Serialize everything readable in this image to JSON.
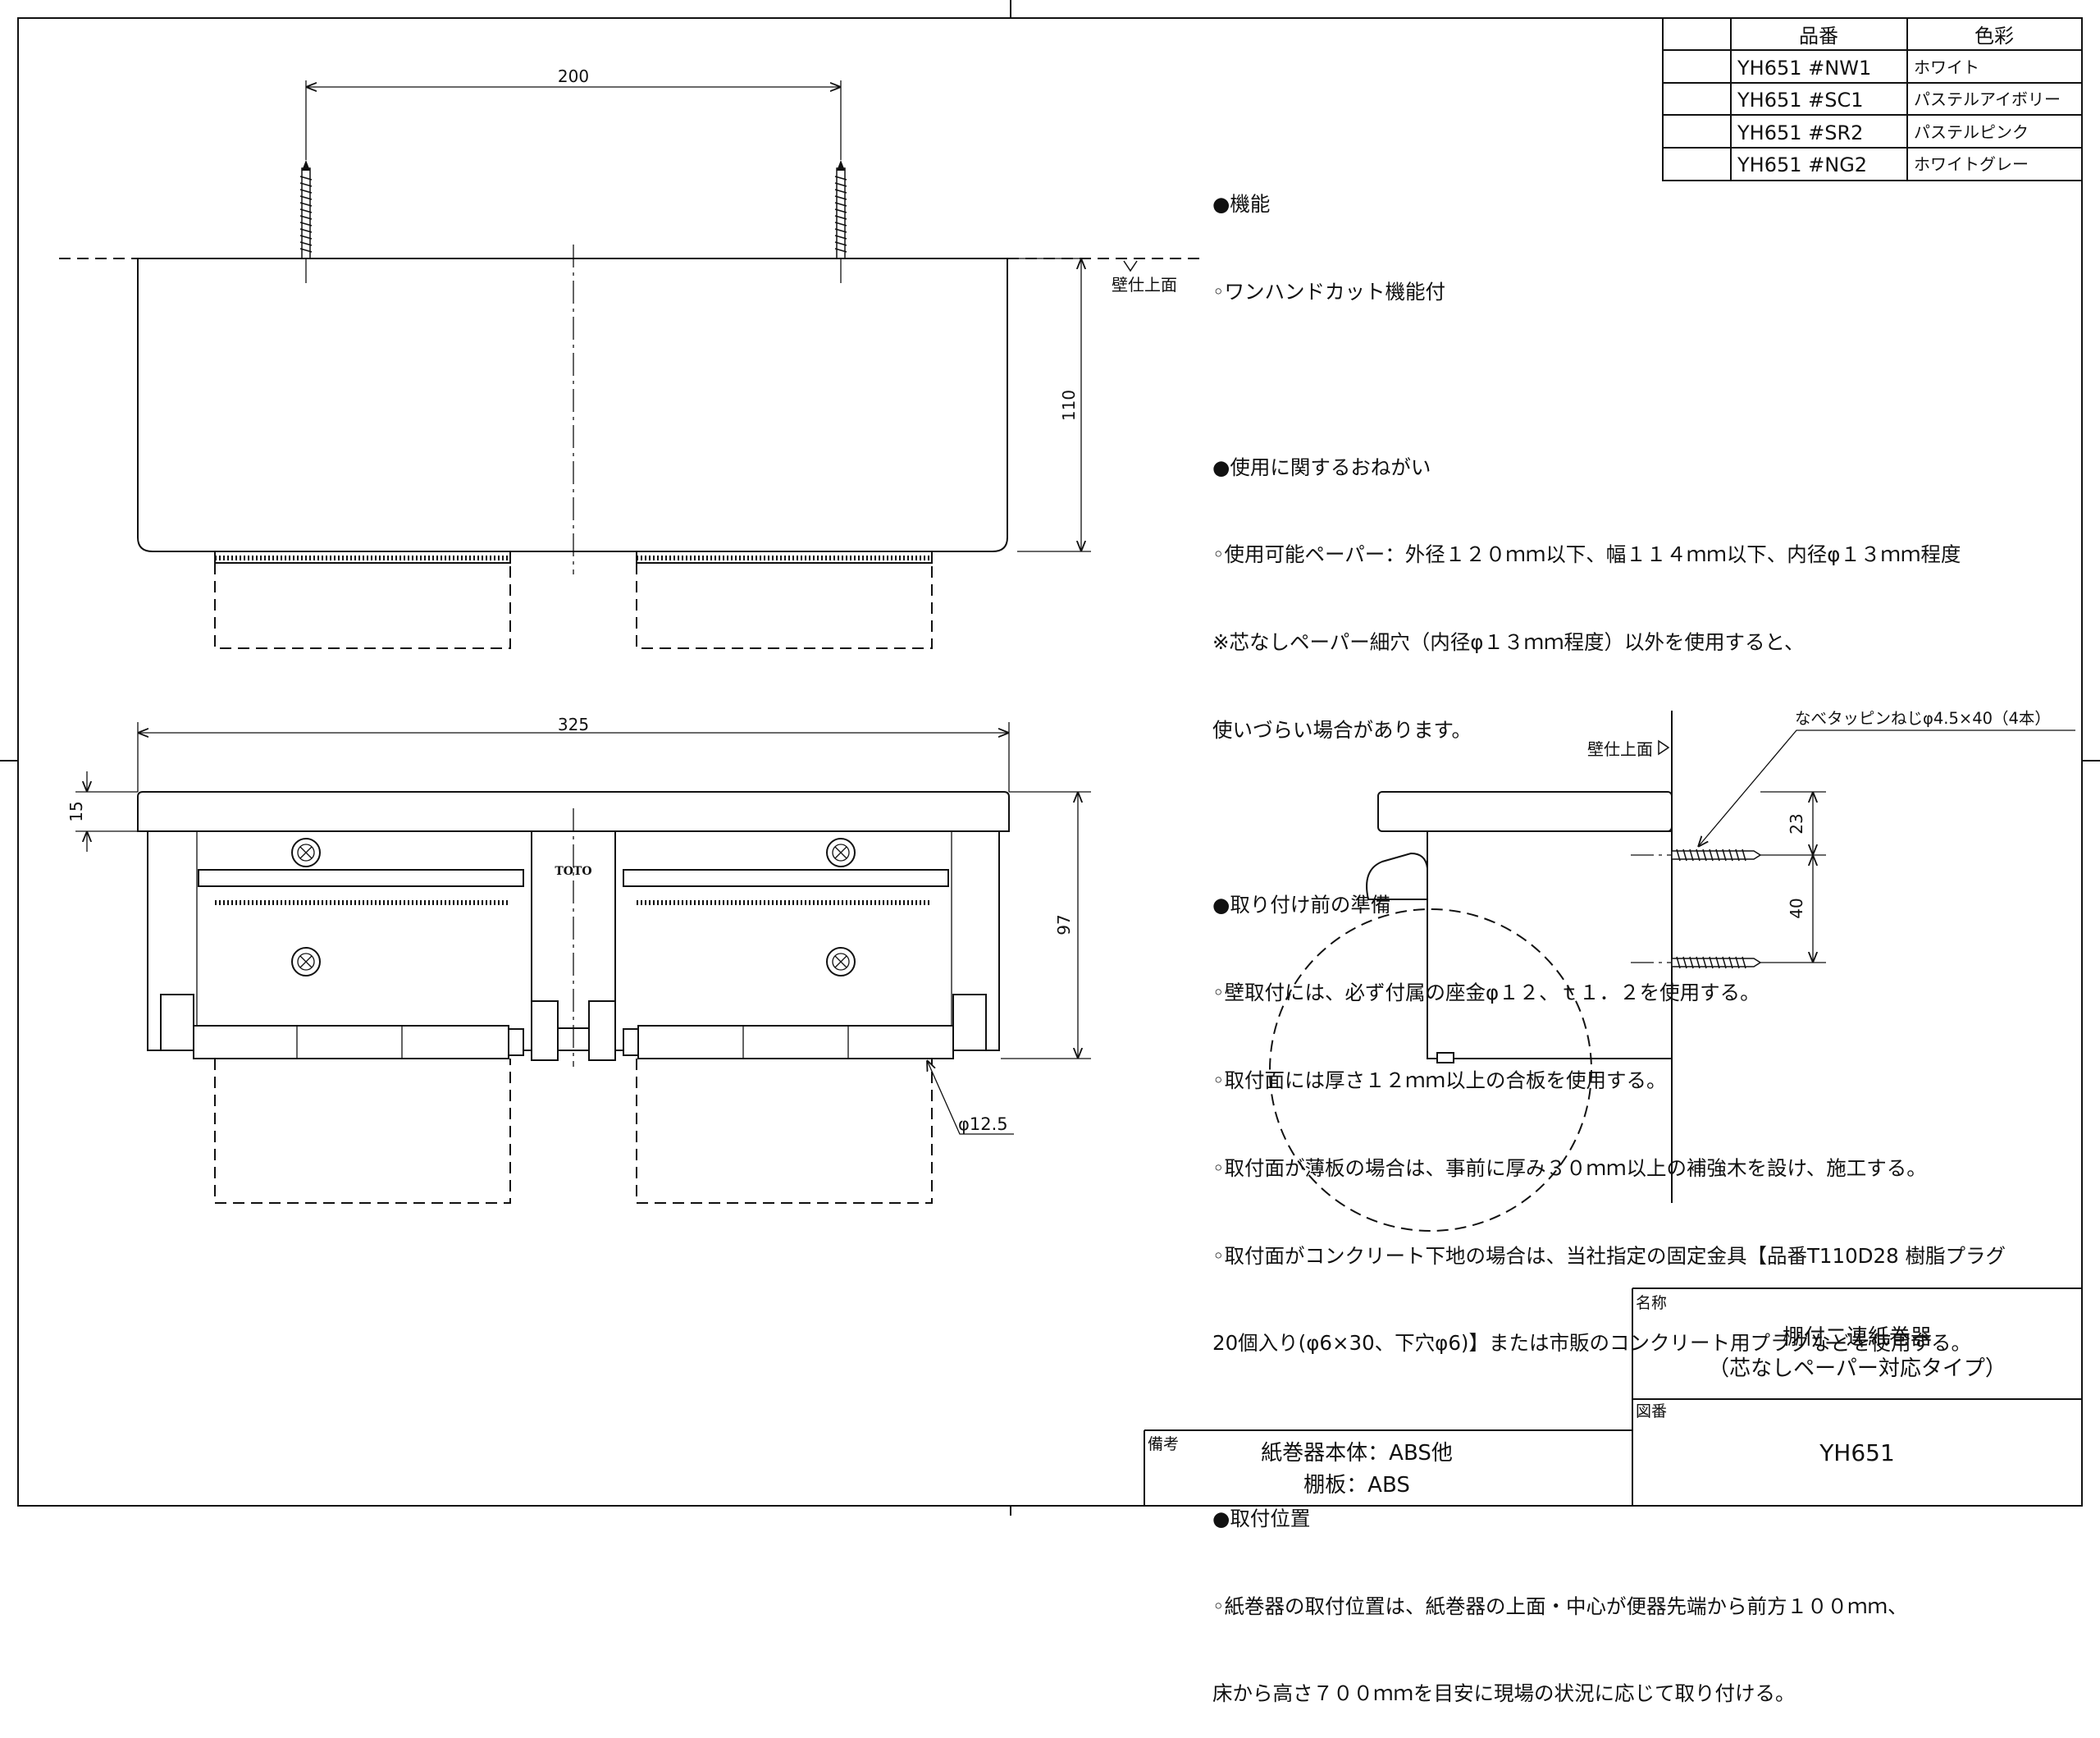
{
  "table": {
    "header": {
      "part": "品番",
      "color": "色彩"
    },
    "rows": [
      {
        "part": "YH651 #NW1",
        "color": "ホワイト"
      },
      {
        "part": "YH651 #SC1",
        "color": "パステルアイボリー"
      },
      {
        "part": "YH651 #SR2",
        "color": "パステルピンク"
      },
      {
        "part": "YH651 #NG2",
        "color": "ホワイトグレー"
      }
    ]
  },
  "notes": {
    "features_heading": "●機能",
    "features_1": "◦ワンハンドカット機能付",
    "usage_heading": "●使用に関するおねがい",
    "usage_1": "◦使用可能ペーパー：外径１２０ｍｍ以下、幅１１４ｍｍ以下、内径φ１３ｍｍ程度",
    "usage_2": "※芯なしペーパー細穴（内径φ１３ｍｍ程度）以外を使用すると、",
    "usage_3": "使いづらい場合があります。",
    "prep_heading": "●取り付け前の準備",
    "prep_1": "◦壁取付には、必ず付属の座金φ１２、ｔ１．２を使用する。",
    "prep_2": "◦取付面には厚さ１２ｍｍ以上の合板を使用する。",
    "prep_3": "◦取付面が薄板の場合は、事前に厚み３０ｍｍ以上の補強木を設け、施工する。",
    "prep_4": "◦取付面がコンクリート下地の場合は、当社指定の固定金具【品番T110D28 樹脂プラグ",
    "prep_5": "20個入り(φ6×30、下穴φ6)】または市販のコンクリート用プラグなどを使用する。",
    "position_heading": "●取付位置",
    "position_1": "◦紙巻器の取付位置は、紙巻器の上面・中心が便器先端から前方１００ｍｍ、",
    "position_2": "床から高さ７００ｍｍを目安に現場の状況に応じて取り付ける。"
  },
  "dimensions": {
    "screw_spacing": "200",
    "depth": "110",
    "width": "325",
    "shelf_thickness": "15",
    "front_height": "97",
    "shaft_diameter": "φ12.5",
    "screw_offset_top": "23",
    "screw_spacing_side": "40"
  },
  "labels": {
    "wall_surface_top": "壁仕上面",
    "wall_surface_side": "壁仕上面",
    "screw_spec": "なべタッピンねじφ4.5×40（4本）",
    "brand": "TOTO"
  },
  "title_block": {
    "name_label": "名称",
    "name_line1": "棚付二連紙巻器",
    "name_line2": "（芯なしペーパー対応タイプ）",
    "drawing_no_label": "図番",
    "drawing_no": "YH651",
    "remarks_label": "備考",
    "remarks_line1": "紙巻器本体：ABS他",
    "remarks_line2": "棚板：ABS"
  }
}
